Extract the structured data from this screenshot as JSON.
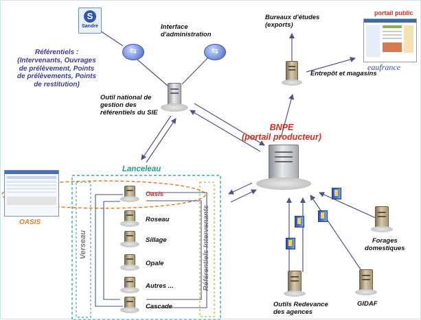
{
  "labels": {
    "portail_public": "portail public",
    "bureaux": "Bureaux d'études\n(exports)",
    "interface": "Interface\nd'administration",
    "referentiels": "Référentiels :\n(Intervenants, Ouvrages\nde prélèvement, Points\nde prélèvements, Points\nde restitution)",
    "outil_national": "Outil national de\ngestion des\nréférentiels du SIE",
    "entrepot": "Entrepôt et magasins",
    "bnpe": "BNPE\n(portail producteur)",
    "lanceleau": "Lanceleau",
    "oasis_left": "OASIS",
    "verseau": "Verseau",
    "ref_intervenants": "Référentiels Intervenants",
    "forages": "Forages\ndomestiques",
    "outils_redevance": "Outils Redevance\ndes agences",
    "gidaf": "GIDAF"
  },
  "logos": {
    "sandre": "Sandre",
    "eaufrance": "eaufrance"
  },
  "applications": [
    "Oasis",
    "Roseau",
    "Sillage",
    "Opale",
    "Autres ...",
    "Cascade"
  ],
  "colors": {
    "red": "#e2271b",
    "teal": "#2a9a8e",
    "navy": "#3d3d8f",
    "arrow": "#4a5386",
    "orange_dash": "#e57b2c",
    "green_dash": "#a7c23a"
  }
}
